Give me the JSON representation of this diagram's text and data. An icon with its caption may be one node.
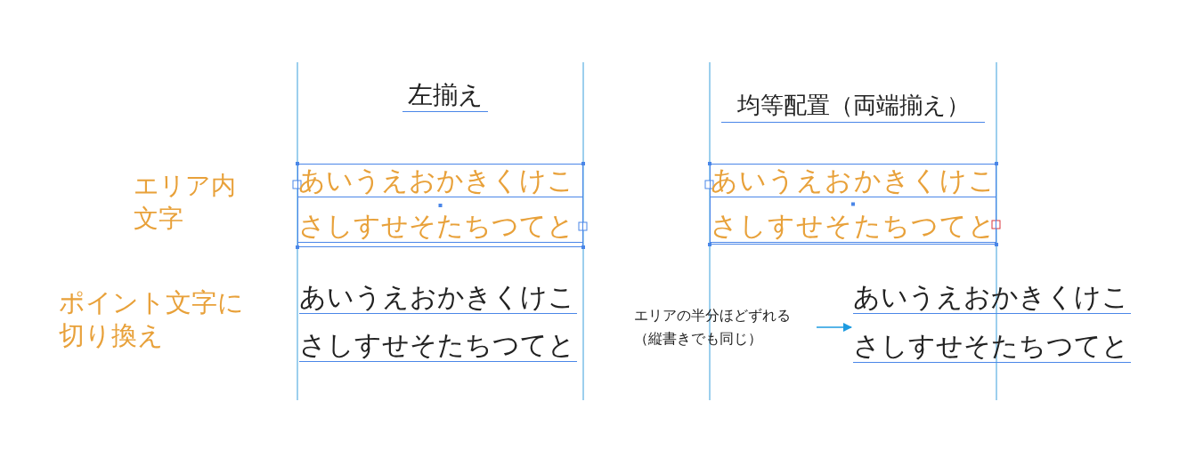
{
  "diagram": {
    "nodes": [
      {
        "text": [
          "あいうえおかきくけこ",
          "さしすせそたちつてと"
        ]
      },
      {
        "text": [
          "あいうえおかきくけこ",
          "さしすせそたちつてと"
        ]
      },
      {
        "text": [
          "エリアの半分ほどずれる（縦書きでも同じ）"
        ]
      },
      {
        "text": [
          "あいうえおかきくけこ",
          "さしすせそたちつてと"
        ]
      }
    ],
    "edges": [
      {
        "from": 2,
        "to": 3,
        "arrow": "to"
      }
    ],
    "labels": [
      "左揃え",
      "均等配置（両端揃え）",
      "エリア内文字",
      "ポイント文字に切り換え",
      "あいうえおかきくけこ",
      "さしすせそたちつてと"
    ]
  }
}
